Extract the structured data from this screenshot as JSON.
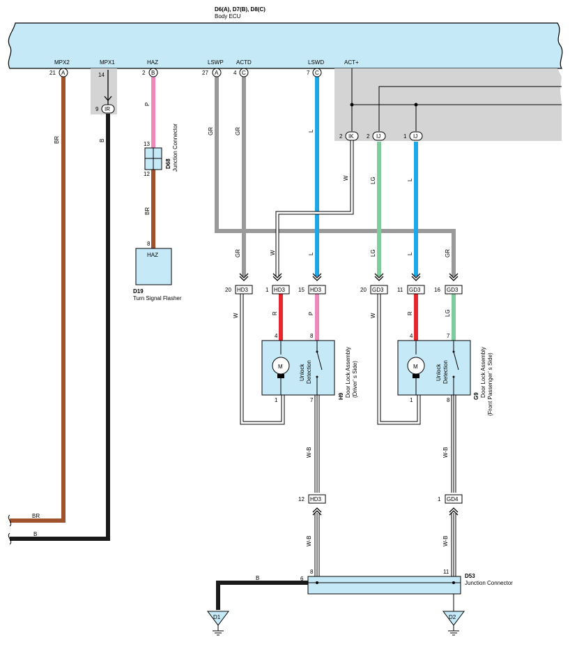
{
  "ecu": {
    "connectors": "D6(A), D7(B), D8(C)",
    "name": "Body ECU"
  },
  "ecu_terminals": {
    "mpx2": {
      "name": "MPX2",
      "pin": "21",
      "conn": "A"
    },
    "mpx1": {
      "name": "MPX1",
      "pin": "14"
    },
    "haz": {
      "name": "HAZ",
      "pin": "2",
      "conn": "B"
    },
    "lswp": {
      "name": "LSWP",
      "pin": "27",
      "conn": "A"
    },
    "actd": {
      "name": "ACTD",
      "pin": "4",
      "conn": "C"
    },
    "lswd": {
      "name": "LSWD",
      "pin": "7",
      "conn": "C"
    },
    "actp": {
      "name": "ACT+"
    }
  },
  "splice_connectors": {
    "ir": {
      "pin": "9",
      "code": "IR"
    },
    "ik": {
      "pin": "2",
      "code": "IK"
    },
    "ij1": {
      "pin": "2",
      "code": "IJ"
    },
    "ij2": {
      "pin": "1",
      "code": "IJ"
    }
  },
  "wire_colors": {
    "br": "BR",
    "b": "B",
    "p": "P",
    "gr": "GR",
    "l": "L",
    "w": "W",
    "lg": "LG",
    "r": "R",
    "wb": "W-B"
  },
  "colors": {
    "brown": "#a0522d",
    "black": "#1a1a1a",
    "pink": "#ee88bb",
    "gray": "#999999",
    "blue": "#1ea7e8",
    "green": "#7fcc9c",
    "red": "#e8262e",
    "ecu_fill": "#c6e9f7",
    "shade": "#d4d4d4"
  },
  "d68": {
    "code": "D68",
    "name": "Junction Connector",
    "pin_top": "13",
    "pin_bottom": "12"
  },
  "d19": {
    "code": "D19",
    "name": "Turn Signal Flasher",
    "box_label": "HAZ",
    "pin": "8"
  },
  "hd3_connectors": [
    {
      "pin": "20",
      "code": "HD3"
    },
    {
      "pin": "1",
      "code": "HD3"
    },
    {
      "pin": "15",
      "code": "HD3"
    }
  ],
  "gd3_connectors": [
    {
      "pin": "20",
      "code": "GD3"
    },
    {
      "pin": "11",
      "code": "GD3"
    },
    {
      "pin": "16",
      "code": "GD3"
    }
  ],
  "h9": {
    "code": "H9",
    "name": "Door Lock Assembly",
    "side": "(Driver’ s Side)",
    "motor": "M",
    "unlock": "Unlock",
    "detection": "Detection",
    "pin_a": "4",
    "pin_b": "8",
    "pin_c": "1",
    "pin_d": "7"
  },
  "g9": {
    "code": "G9",
    "name": "Door Lock Assembly",
    "side": "(Front Passenger’ s Side)",
    "motor": "M",
    "unlock": "Unlock",
    "detection": "Detection",
    "pin_a": "4",
    "pin_b": "7",
    "pin_c": "1",
    "pin_d": "8"
  },
  "hd3_lower": {
    "pin": "12",
    "code": "HD3"
  },
  "gd4_lower": {
    "pin": "1",
    "code": "GD4"
  },
  "d53": {
    "code": "D53",
    "name": "Junction Connector",
    "pin_left": "6",
    "pin_a": "8",
    "pin_b": "11"
  },
  "grounds": {
    "d1": "D1",
    "d2": "D2"
  }
}
